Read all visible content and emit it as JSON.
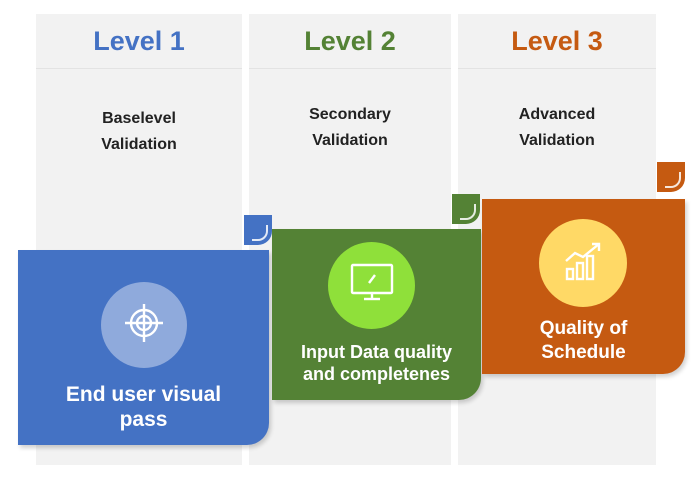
{
  "colors": {
    "level1": "#4472c4",
    "level2": "#548235",
    "level3": "#c55a11",
    "panel": "#f2f2f2"
  },
  "levels": [
    {
      "heading": "Level 1",
      "subtitle": "Baselevel\nValidation",
      "card_text": "End user visual\npass",
      "icon": "crosshair-target-icon"
    },
    {
      "heading": "Level 2",
      "subtitle": "Secondary\nValidation",
      "card_text": "Input Data quality\nand completenes",
      "icon": "monitor-icon"
    },
    {
      "heading": "Level 3",
      "subtitle": "Advanced\nValidation",
      "card_text": "Quality of\nSchedule",
      "icon": "growth-chart-icon"
    }
  ]
}
